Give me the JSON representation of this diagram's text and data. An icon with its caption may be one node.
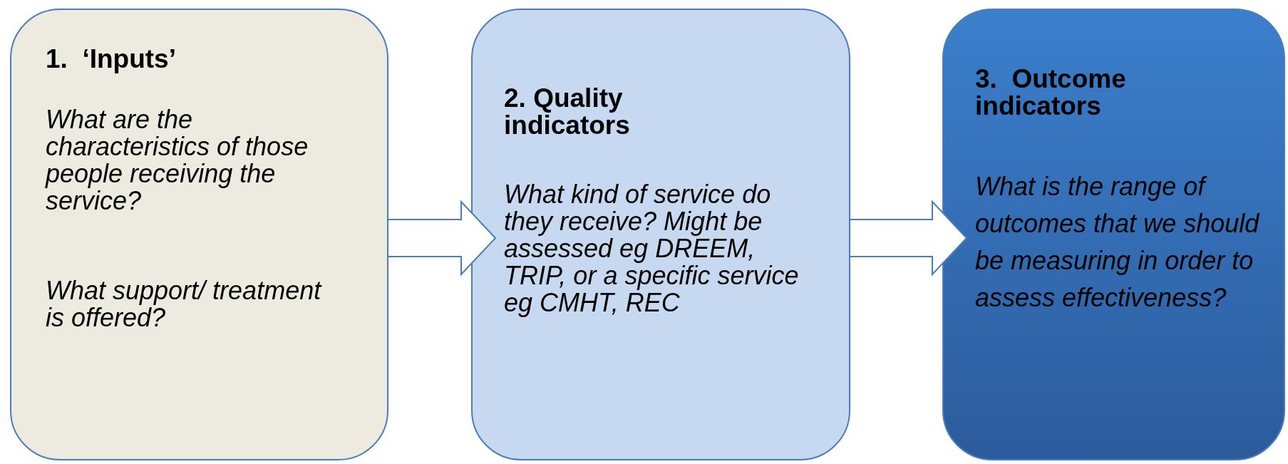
{
  "diagram": {
    "nodes": [
      {
        "text": [
          "1.  ‘Inputs’",
          "What are the characteristics of those people receiving the service?",
          "What support/ treatment is offered?"
        ]
      },
      {
        "text": [
          "2. Quality indicators",
          "What kind of service do they receive? Might be assessed eg DREEM, TRIP, or a specific service eg CMHT, REC"
        ]
      },
      {
        "text": [
          "3.  Outcome indicators",
          "What is the range of outcomes that we should be measuring in order to assess effectiveness?"
        ]
      }
    ],
    "edges": [
      {
        "from": 0,
        "to": 1,
        "arrow": "to"
      },
      {
        "from": 1,
        "to": 2,
        "arrow": "to"
      }
    ]
  }
}
